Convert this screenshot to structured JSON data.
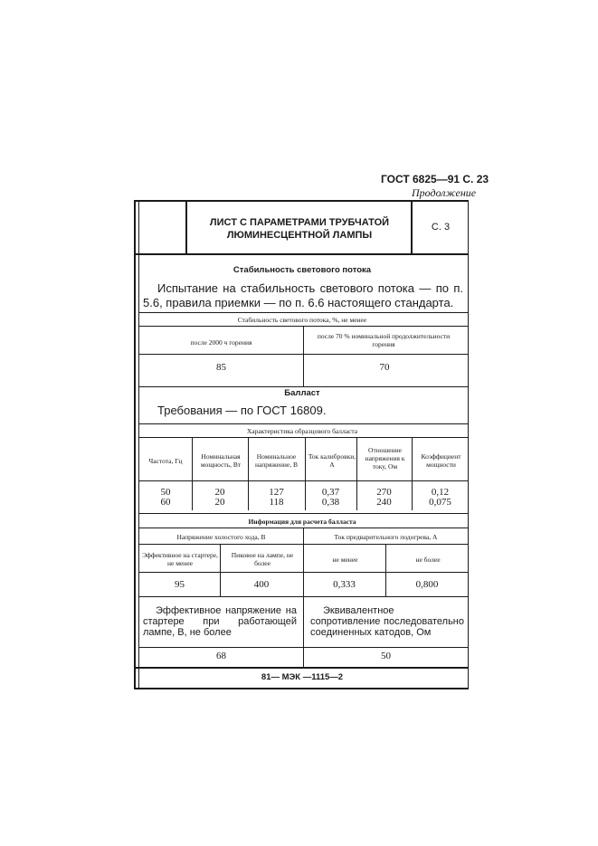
{
  "header": {
    "gost": "ГОСТ 6825—91 С. 23",
    "continuation": "Продолжение"
  },
  "sheet": {
    "title_line1": "ЛИСТ С ПАРАМЕТРАМИ ТРУБЧАТОЙ",
    "title_line2": "ЛЮМИНЕСЦЕНТНОЙ ЛАМПЫ",
    "page": "С. 3",
    "stability": {
      "heading": "Стабильность светового потока",
      "text": "Испытание на стабильность светового потока — по п. 5.6, правила приемки — по п. 6.6 настоящего стандарта.",
      "table_caption": "Стабильность светового потока, %, не менее",
      "col1": "после 2000 ч горения",
      "col2": "после 70 % номинальной продолжительности горения",
      "val1": "85",
      "val2": "70"
    },
    "ballast": {
      "heading": "Балласт",
      "text": "Требования — по ГОСТ 16809.",
      "char_caption": "Характеристика образцового балласта",
      "char_headers": [
        "Частота, Гц",
        "Номинальная мощность, Вт",
        "Номинальное напряжение, В",
        "Ток калибровки, А",
        "Отношение напряжения к току, Ом",
        "Коэффициент мощности"
      ],
      "char_rows": [
        [
          "50",
          "20",
          "127",
          "0,37",
          "270",
          "0,12"
        ],
        [
          "60",
          "20",
          "118",
          "0,38",
          "240",
          "0,075"
        ]
      ],
      "info_caption": "Информация для расчета балласта",
      "ocv_label": "Напряжение холостого хода, В",
      "preheat_label": "Ток предварительного подогрева, А",
      "sub_headers": [
        "Эффективное на стартере, не менее",
        "Пиковое на лампе, не более",
        "не менее",
        "не более"
      ],
      "sub_values": [
        "95",
        "400",
        "0,333",
        "0,800"
      ],
      "eff_label": "Эффективное напряжение на стартере при работающей лампе, В, не более",
      "equiv_label": "Эквивалентное сопротивление последовательно соединенных катодов, Ом",
      "eff_value": "68",
      "equiv_value": "50"
    },
    "footer": "81— МЭК —1115—2"
  }
}
